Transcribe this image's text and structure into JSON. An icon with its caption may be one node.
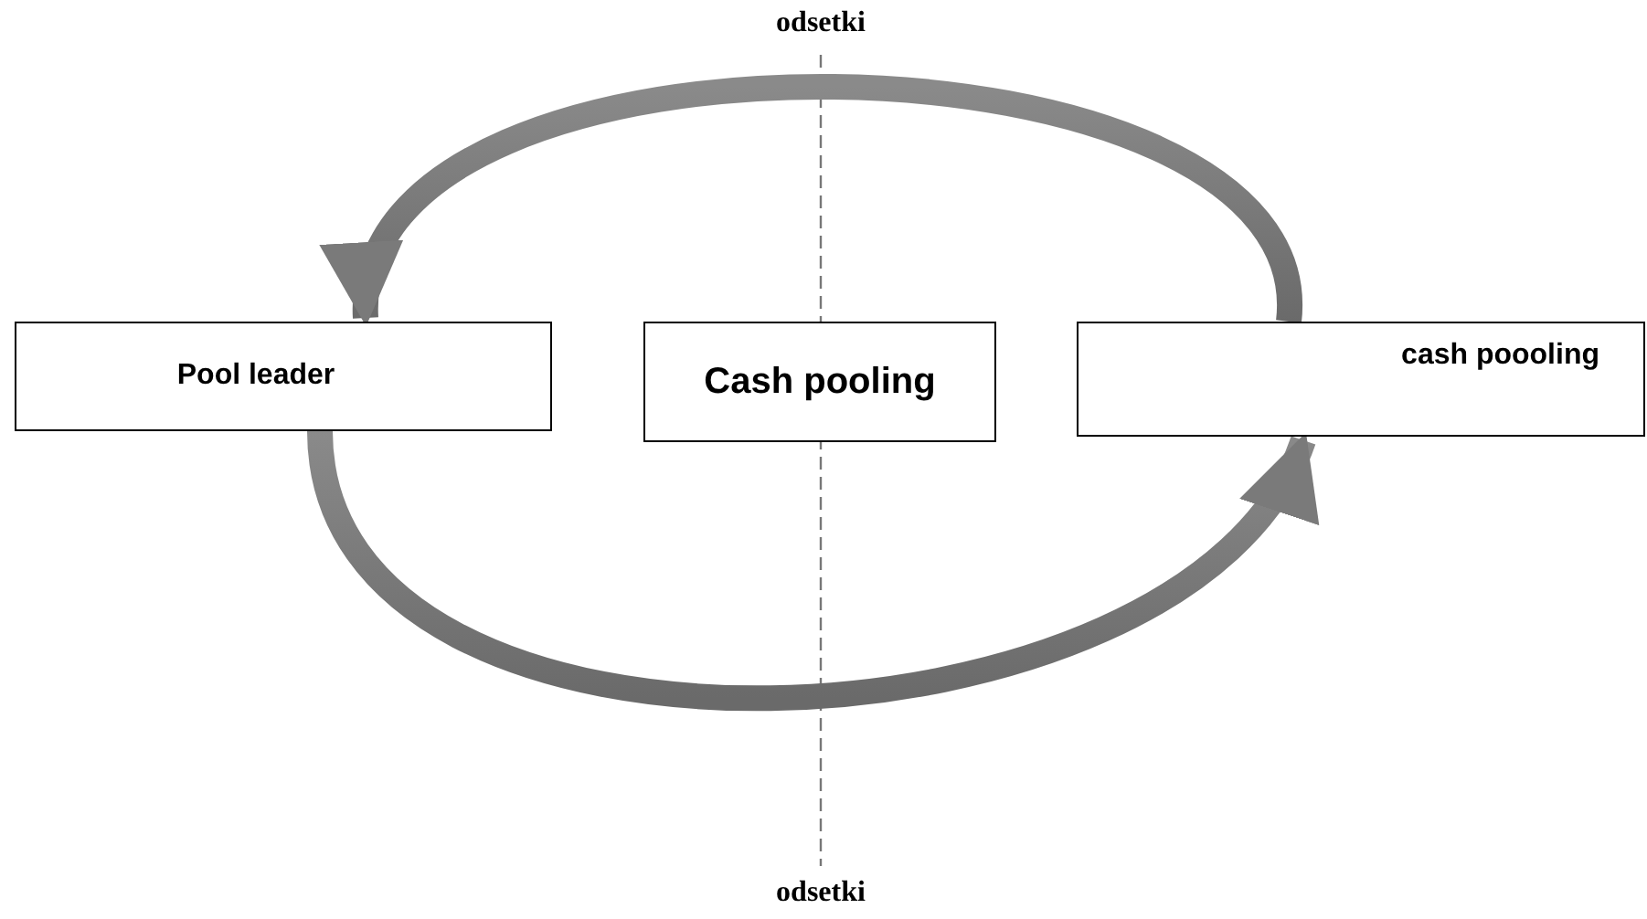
{
  "diagram": {
    "nodes": [
      {
        "text": [
          "Pool leader"
        ]
      },
      {
        "text": [
          "Cash pooling"
        ]
      },
      {
        "text": [
          "cash  poooling"
        ]
      }
    ],
    "edges": [
      {
        "from": 2,
        "to": 0,
        "arrow": "to",
        "style": "thick"
      },
      {
        "from": 0,
        "to": 2,
        "arrow": "to",
        "style": "thick"
      }
    ],
    "labels": [
      "odsetki",
      "odsetki"
    ]
  }
}
